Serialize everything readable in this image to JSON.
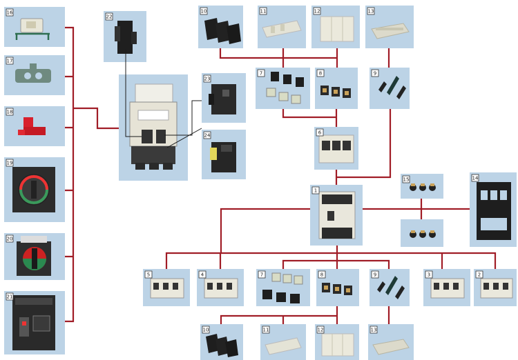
{
  "colors": {
    "tile": "#bcd3e6",
    "connector": "#a01c26",
    "badge_bg": "#ffffff"
  },
  "parts": [
    {
      "id": "16",
      "label": "16",
      "icon": "breaker-accessory-clip-icon"
    },
    {
      "id": "17",
      "label": "17",
      "icon": "padlock-plate-icon"
    },
    {
      "id": "18",
      "label": "18",
      "icon": "red-lock-device-icon"
    },
    {
      "id": "19",
      "label": "19",
      "icon": "rotary-handle-front-icon"
    },
    {
      "id": "20",
      "label": "20",
      "icon": "rotary-handle-mounted-icon"
    },
    {
      "id": "21",
      "label": "21",
      "icon": "motor-operator-icon"
    },
    {
      "id": "22",
      "label": "22",
      "icon": "auxiliary-contact-black-icon"
    },
    {
      "id": "main",
      "label": "",
      "icon": "breaker-with-accessories-icon"
    },
    {
      "id": "23",
      "label": "23",
      "icon": "alarm-switch-icon"
    },
    {
      "id": "24",
      "label": "24",
      "icon": "shunt-trip-icon"
    },
    {
      "id": "10",
      "label": "10",
      "icon": "phase-barrier-black-icon"
    },
    {
      "id": "11",
      "label": "11",
      "icon": "terminal-cover-short-icon"
    },
    {
      "id": "12",
      "label": "12",
      "icon": "terminal-cover-long-icon"
    },
    {
      "id": "13",
      "label": "13",
      "icon": "terminal-cover-flat-icon"
    },
    {
      "id": "7",
      "label": "7",
      "icon": "terminal-lugs-mixed-icon"
    },
    {
      "id": "8",
      "label": "8",
      "icon": "box-terminals-icon"
    },
    {
      "id": "9",
      "label": "9",
      "icon": "rear-stud-connectors-icon"
    },
    {
      "id": "6",
      "label": "6",
      "icon": "terminal-block-3pole-icon"
    },
    {
      "id": "15",
      "label": "15",
      "icon": "plug-in-contacts-icon"
    },
    {
      "id": "1",
      "label": "1",
      "icon": "moulded-case-breaker-icon"
    },
    {
      "id": "14",
      "label": "14",
      "icon": "plug-in-base-icon"
    },
    {
      "id": "5",
      "label": "5",
      "icon": "breaker-variant-5-icon"
    },
    {
      "id": "4",
      "label": "4",
      "icon": "breaker-variant-4-icon"
    },
    {
      "id": "7b",
      "label": "7",
      "icon": "terminal-lugs-mixed-icon"
    },
    {
      "id": "8b",
      "label": "8",
      "icon": "box-terminals-icon"
    },
    {
      "id": "9b",
      "label": "9",
      "icon": "rear-stud-connectors-icon"
    },
    {
      "id": "3",
      "label": "3",
      "icon": "breaker-variant-3-icon"
    },
    {
      "id": "2",
      "label": "2",
      "icon": "breaker-variant-2-icon"
    },
    {
      "id": "10b",
      "label": "10",
      "icon": "phase-barrier-black-icon"
    },
    {
      "id": "11b",
      "label": "11",
      "icon": "terminal-cover-short-icon"
    },
    {
      "id": "12b",
      "label": "12",
      "icon": "terminal-cover-long-icon"
    },
    {
      "id": "13b",
      "label": "13",
      "icon": "terminal-cover-flat-icon"
    }
  ]
}
